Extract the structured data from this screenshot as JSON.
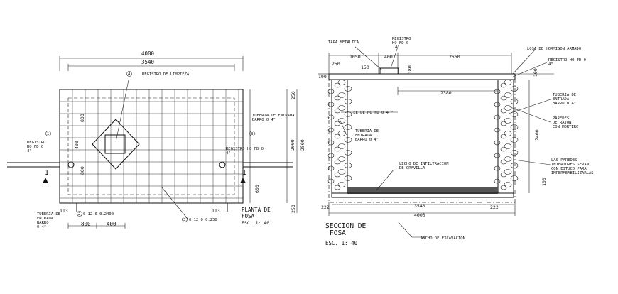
{
  "plan": {
    "dims": {
      "overall_width": "4000",
      "inner_width": "3540",
      "right_total": "2500",
      "right_inner": "2000",
      "right_top": "250",
      "right_bottom": "250",
      "left_400": "400",
      "left_800": "800",
      "left_800b": "800",
      "center_600": "600",
      "bottom_800": "800",
      "bottom_400": "400",
      "corner_left": "113",
      "corner_right": "113"
    },
    "labels": {
      "registro_limpieza": "REGISTRO DE LIMPIEZA",
      "registro_left": "REGISTRO\nHO FD 0\n4\"",
      "tuberia_entrada_right": "TUBERIA DE ENTRADA\nBARRO 0 4\"",
      "registro_right": "REGISTRO HO FD 0\n4\"",
      "tuberia_entrada_left": "TUBERIA DE\nENTRADA\nBARRO\n0 4\"",
      "varillas_left": "0 12 0 0.2400",
      "varillas_bottom": "0 12 0 0.250"
    },
    "callouts": [
      "4",
      "1",
      "3",
      "2",
      "3"
    ],
    "section_marks": [
      "1",
      "1"
    ],
    "title": "PLANTA DE\nFOSA",
    "scale": "ESC. 1: 40"
  },
  "section": {
    "dims": {
      "d1050": "1050",
      "d400": "400",
      "d2550": "2550",
      "d250": "250",
      "d150": "150",
      "d180": "180",
      "d2380": "2380",
      "d2400": "2400",
      "d100a": "100",
      "d100b": "100",
      "d222a": "222",
      "d222b": "222",
      "d3540": "3540",
      "d4000": "4000"
    },
    "labels": {
      "tapa_metalica": "TAPA METALICA",
      "registro_top": "REGISTRO\nHO FD 0\n4\"",
      "losa": "LOSA DE HORMIGON ARMADO",
      "registro_right": "REGISTRO HO FD 0\n4\"",
      "tee": "TEE DE HO FD 0 4 \"",
      "tuberia_entrada_left": "TUBERIA DE\nENTRADA\nBARRO 0 4\"",
      "tuberia_entrada_right": "TUBERIA DE\nENTRADA\nBARRO 0 4\"",
      "paredes_rajon": "PAREDES\nDE RAJON\nCON MORTERO",
      "lecho": "LECHO DE INFILTRACION\nDE GRAVILLA",
      "paredes_interiores": "LAS PAREDES\nINTERIORES SERAN\nCON ESTUCO PARA\nIMPERMEABILIZARLAS",
      "ancho_excavacion": "ANCHO DE EXCAVACION"
    },
    "title": "SECCION DE\nFOSA",
    "scale": "ESC. 1: 40"
  }
}
